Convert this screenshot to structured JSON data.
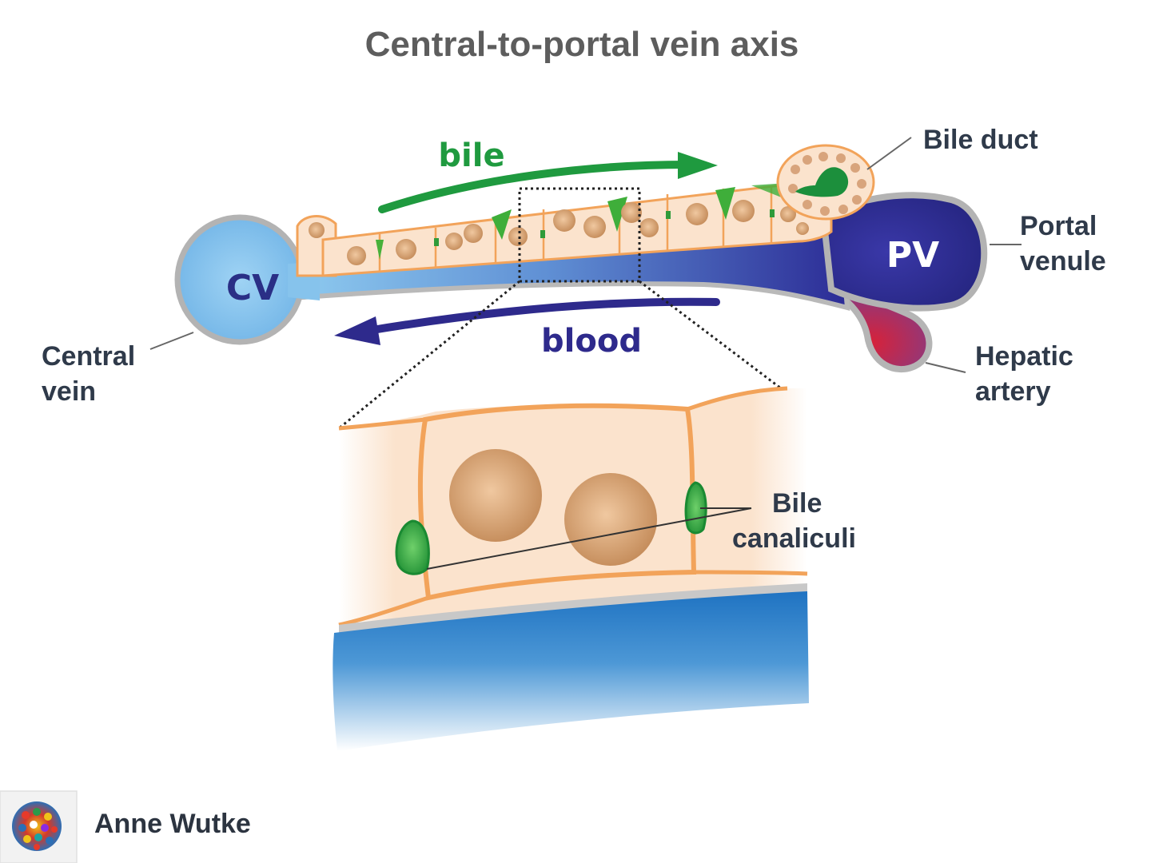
{
  "title": "Central-to-portal vein axis",
  "flows": {
    "bile": "bile",
    "blood": "blood"
  },
  "vessels": {
    "cv": "CV",
    "pv": "PV"
  },
  "labels": {
    "bile_duct": "Bile duct",
    "portal_venule": [
      "Portal",
      "venule"
    ],
    "hepatic_artery": [
      "Hepatic",
      "artery"
    ],
    "central_vein": [
      "Central",
      "vein"
    ],
    "bile_canaliculi": [
      "Bile",
      "canaliculi"
    ]
  },
  "author": {
    "name": "Anne Wutke",
    "avatar_icon": "mosaic-avatar-icon"
  },
  "colors": {
    "bile_green": "#1f9a3f",
    "blood_blue": "#2e2a8c",
    "central_vein": "#86c3ec",
    "portal_vein": "#2f2f9a",
    "hepatic_artery": "#c8263f",
    "cell_fill": "#fbe3cd",
    "cell_border": "#f2a35a",
    "nucleus": "#c99160"
  }
}
